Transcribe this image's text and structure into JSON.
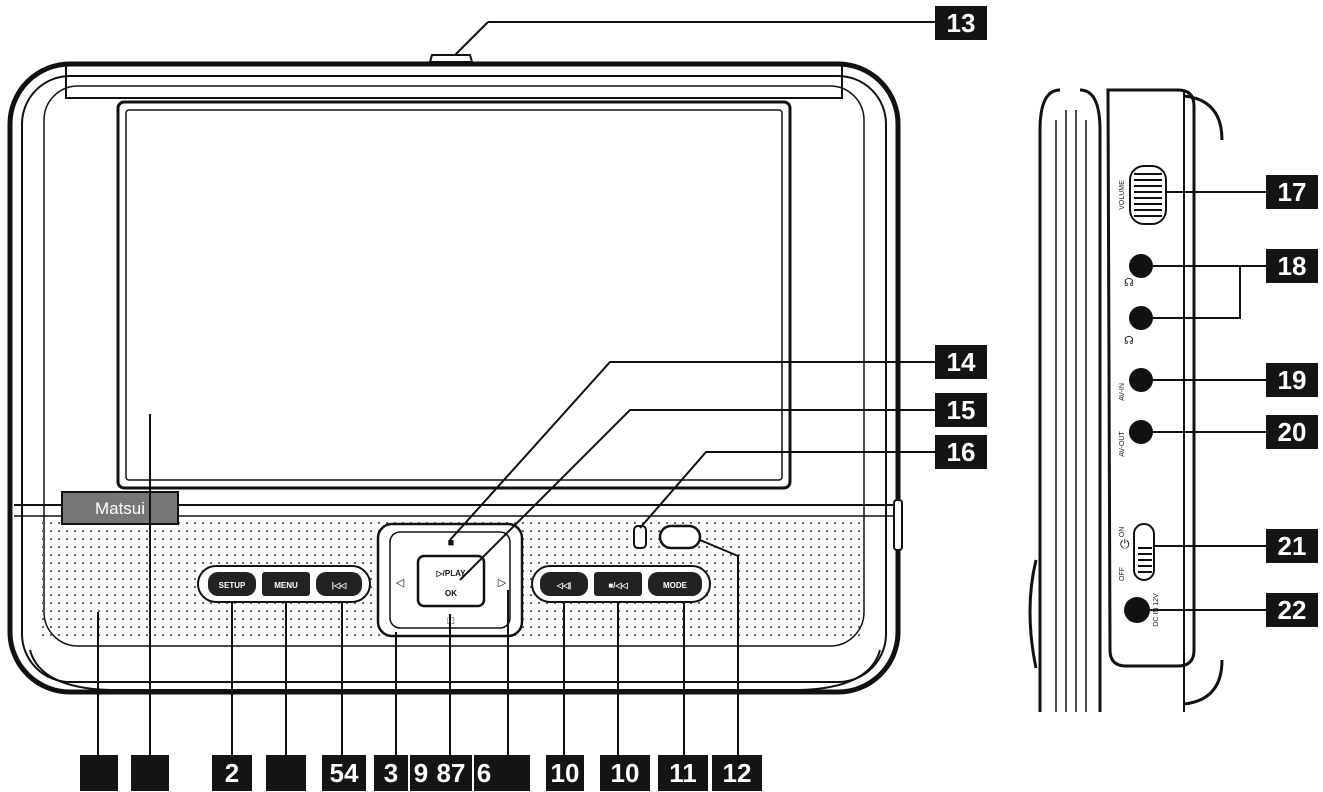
{
  "front": {
    "brand": "Matsui",
    "buttons": {
      "setup": "SETUP",
      "menu": "MENU",
      "skip_back": "|◁◁",
      "skip_forward": "◁◁|",
      "stop": "■/◁◁",
      "mode": "MODE",
      "play_top": "▷/PLAY",
      "play_bottom": "OK"
    }
  },
  "side": {
    "volume_label": "VOLUME",
    "av_in_label": "AV-IN",
    "av_out_label": "AV-OUT",
    "dc_in_label": "DC IN 12V",
    "power_off_label": "OFF",
    "power_on_label": "ON"
  },
  "callouts_top": {
    "c13": "13",
    "c14": "14",
    "c15": "15",
    "c16": "16",
    "c17": "17",
    "c18": "18",
    "c19": "19",
    "c20": "20",
    "c21": "21",
    "c22": "22"
  },
  "callouts_bottom": {
    "b1": "",
    "b2": "",
    "b3": "2",
    "b4": "",
    "b5": "54",
    "b6": "3",
    "b7": "9",
    "b8": "87",
    "b9": "6",
    "b10": "",
    "b11": "10",
    "b12": "11",
    "b13": "12"
  }
}
